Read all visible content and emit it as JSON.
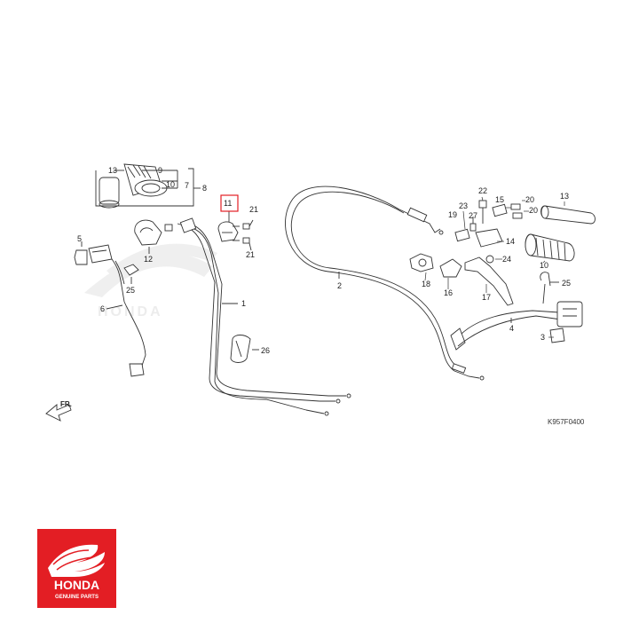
{
  "diagram": {
    "callouts": [
      "1",
      "2",
      "3",
      "4",
      "5",
      "6",
      "7",
      "8",
      "9",
      "10",
      "11",
      "12",
      "13",
      "14",
      "15",
      "16",
      "17",
      "18",
      "19",
      "20",
      "21",
      "22",
      "23",
      "24",
      "25",
      "26",
      "27"
    ],
    "highlighted_callout": "11",
    "part_code": "K957F0400",
    "direction_marker": "FR.",
    "watermark": "HONDA"
  },
  "logo": {
    "brand": "HONDA",
    "tagline": "GENUINE PARTS",
    "color": "#e31e24"
  },
  "colors": {
    "line": "#333333",
    "highlight": "#e31e24"
  }
}
